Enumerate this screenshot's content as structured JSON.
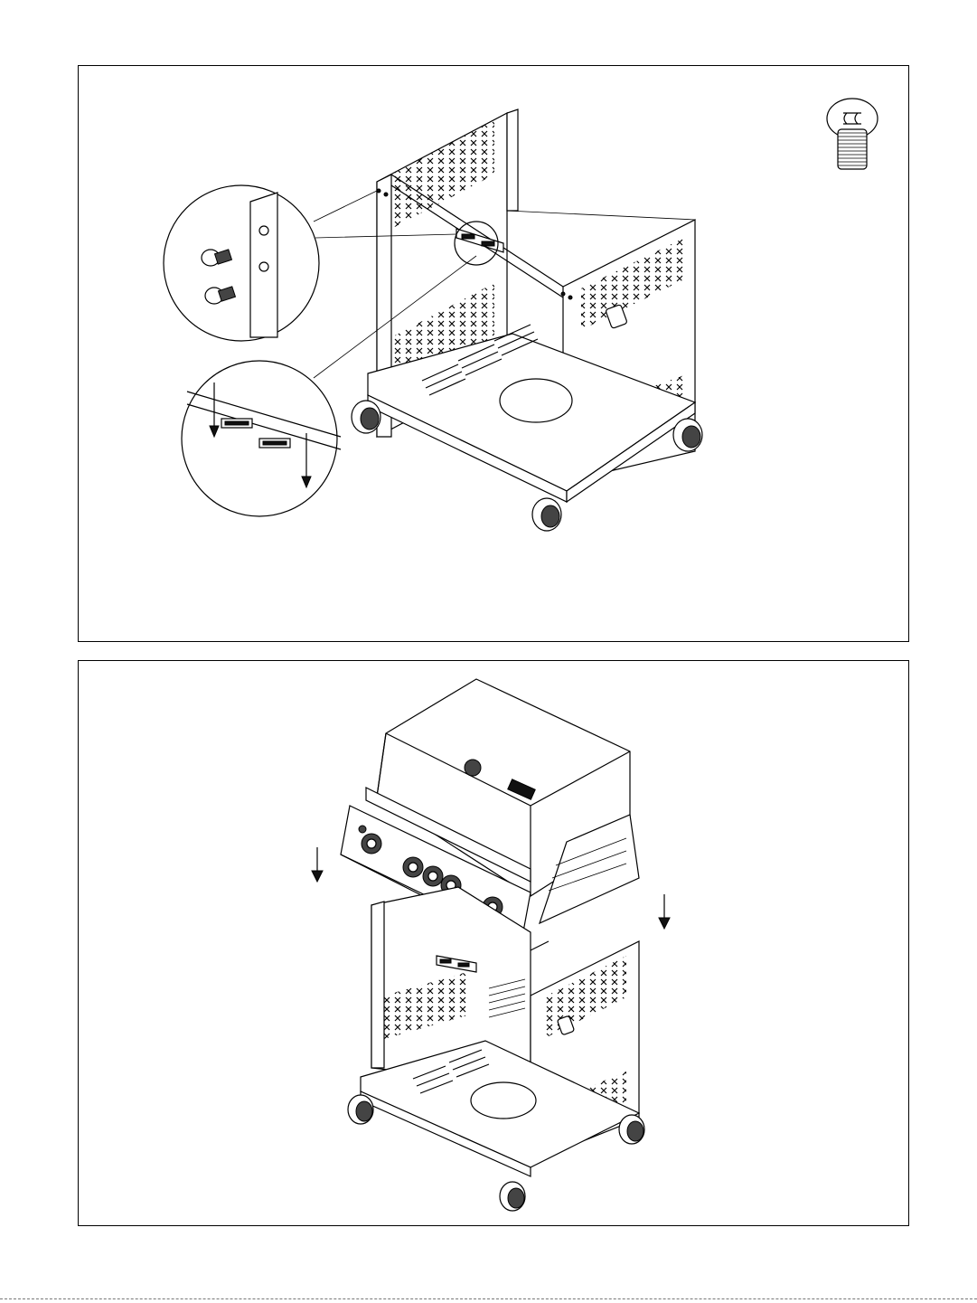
{
  "document": {
    "type": "assembly-instructions",
    "steps": [
      {
        "id": "step-attach-crossbar",
        "hardware": "flat-head-bolt-icon",
        "callouts": [
          "bolts-into-side-panel-detail",
          "crossbar-tab-slots-detail"
        ],
        "arrows": 2
      },
      {
        "id": "step-place-grill-head",
        "arrows": 2,
        "arrow_direction": "down"
      }
    ]
  }
}
